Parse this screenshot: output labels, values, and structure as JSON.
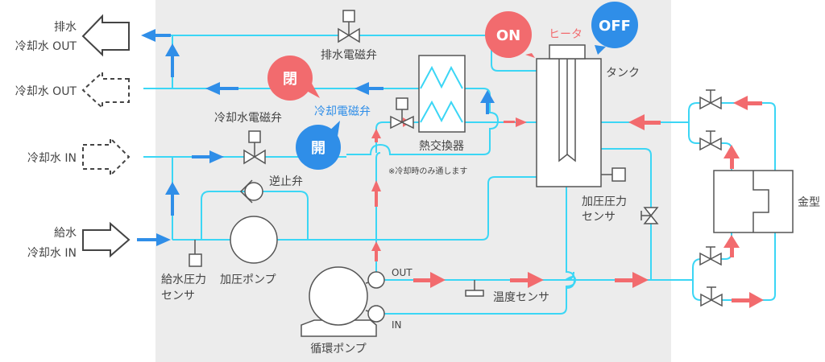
{
  "diagram": {
    "type": "process-flow",
    "colors": {
      "pipe": "#3bd6f5",
      "cooling_flow": "#2f8ee8",
      "heating_flow": "#f26b6e",
      "panel_bg": "#ececec",
      "on_bubble": "#f26b6e",
      "off_bubble": "#2f8ee8"
    },
    "ports": {
      "drain_out_line1": "排水",
      "drain_out_line2": "冷却水 OUT",
      "cooling_out": "冷却水 OUT",
      "cooling_in": "冷却水 IN",
      "supply_in_line1": "給水",
      "supply_in_line2": "冷却水 IN"
    },
    "components": {
      "drain_valve": "排水電磁弁",
      "cooling_water_valve": "冷却水電磁弁",
      "cooling_valve": "冷却電磁弁",
      "check_valve": "逆止弁",
      "heat_exchanger": "熱交換器",
      "heat_exchanger_note": "※冷却時のみ通します",
      "heater": "ヒータ",
      "tank": "タンク",
      "pressure_sensor_line1": "加圧圧力",
      "pressure_sensor_line2": "センサ",
      "supply_sensor_line1": "給水圧力",
      "supply_sensor_line2": "センサ",
      "booster_pump": "加圧ポンプ",
      "circulation_pump": "循環ポンプ",
      "pump_out": "OUT",
      "pump_in": "IN",
      "temp_sensor": "温度センサ",
      "mold": "金型"
    },
    "bubbles": {
      "heater_on": "ON",
      "heater_off": "OFF",
      "valve_closed": "閉",
      "valve_open": "開"
    }
  }
}
